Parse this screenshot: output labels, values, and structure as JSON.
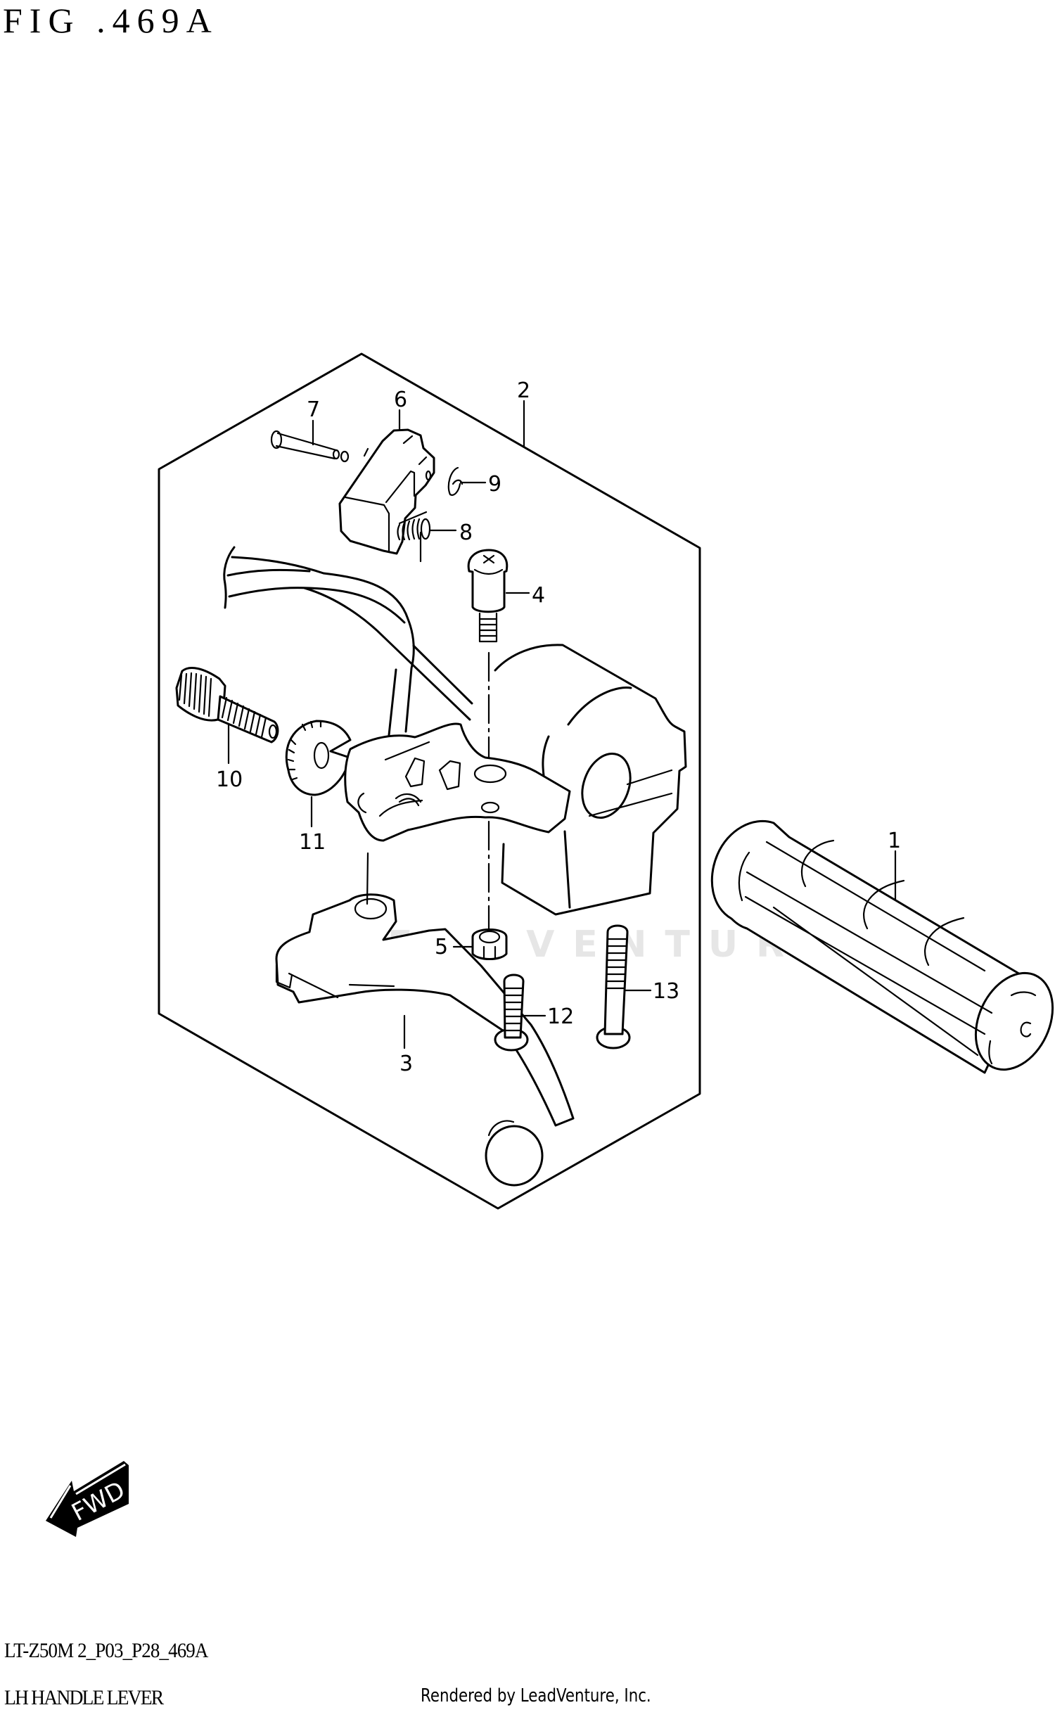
{
  "figure": {
    "title": "FIG .469A",
    "code": "LT-Z50M 2_P03_P28_469A",
    "name": "LH HANDLE LEVER",
    "credit": "Rendered by LeadVenture, Inc.",
    "watermark": "LEADVENTURE",
    "fwd_label": "FWD"
  },
  "callouts": [
    {
      "num": "1",
      "part": "grip"
    },
    {
      "num": "2",
      "part": "lever-assembly"
    },
    {
      "num": "3",
      "part": "lever"
    },
    {
      "num": "4",
      "part": "pivot-bolt"
    },
    {
      "num": "5",
      "part": "nut"
    },
    {
      "num": "6",
      "part": "parking-brake-lock"
    },
    {
      "num": "7",
      "part": "pin"
    },
    {
      "num": "8",
      "part": "spring"
    },
    {
      "num": "9",
      "part": "e-clip"
    },
    {
      "num": "10",
      "part": "adjuster-bolt"
    },
    {
      "num": "11",
      "part": "lock-nut"
    },
    {
      "num": "12",
      "part": "screw"
    },
    {
      "num": "13",
      "part": "bolt"
    }
  ],
  "colors": {
    "line": "#000000",
    "watermark": "#e6e6e6",
    "background": "#ffffff"
  }
}
